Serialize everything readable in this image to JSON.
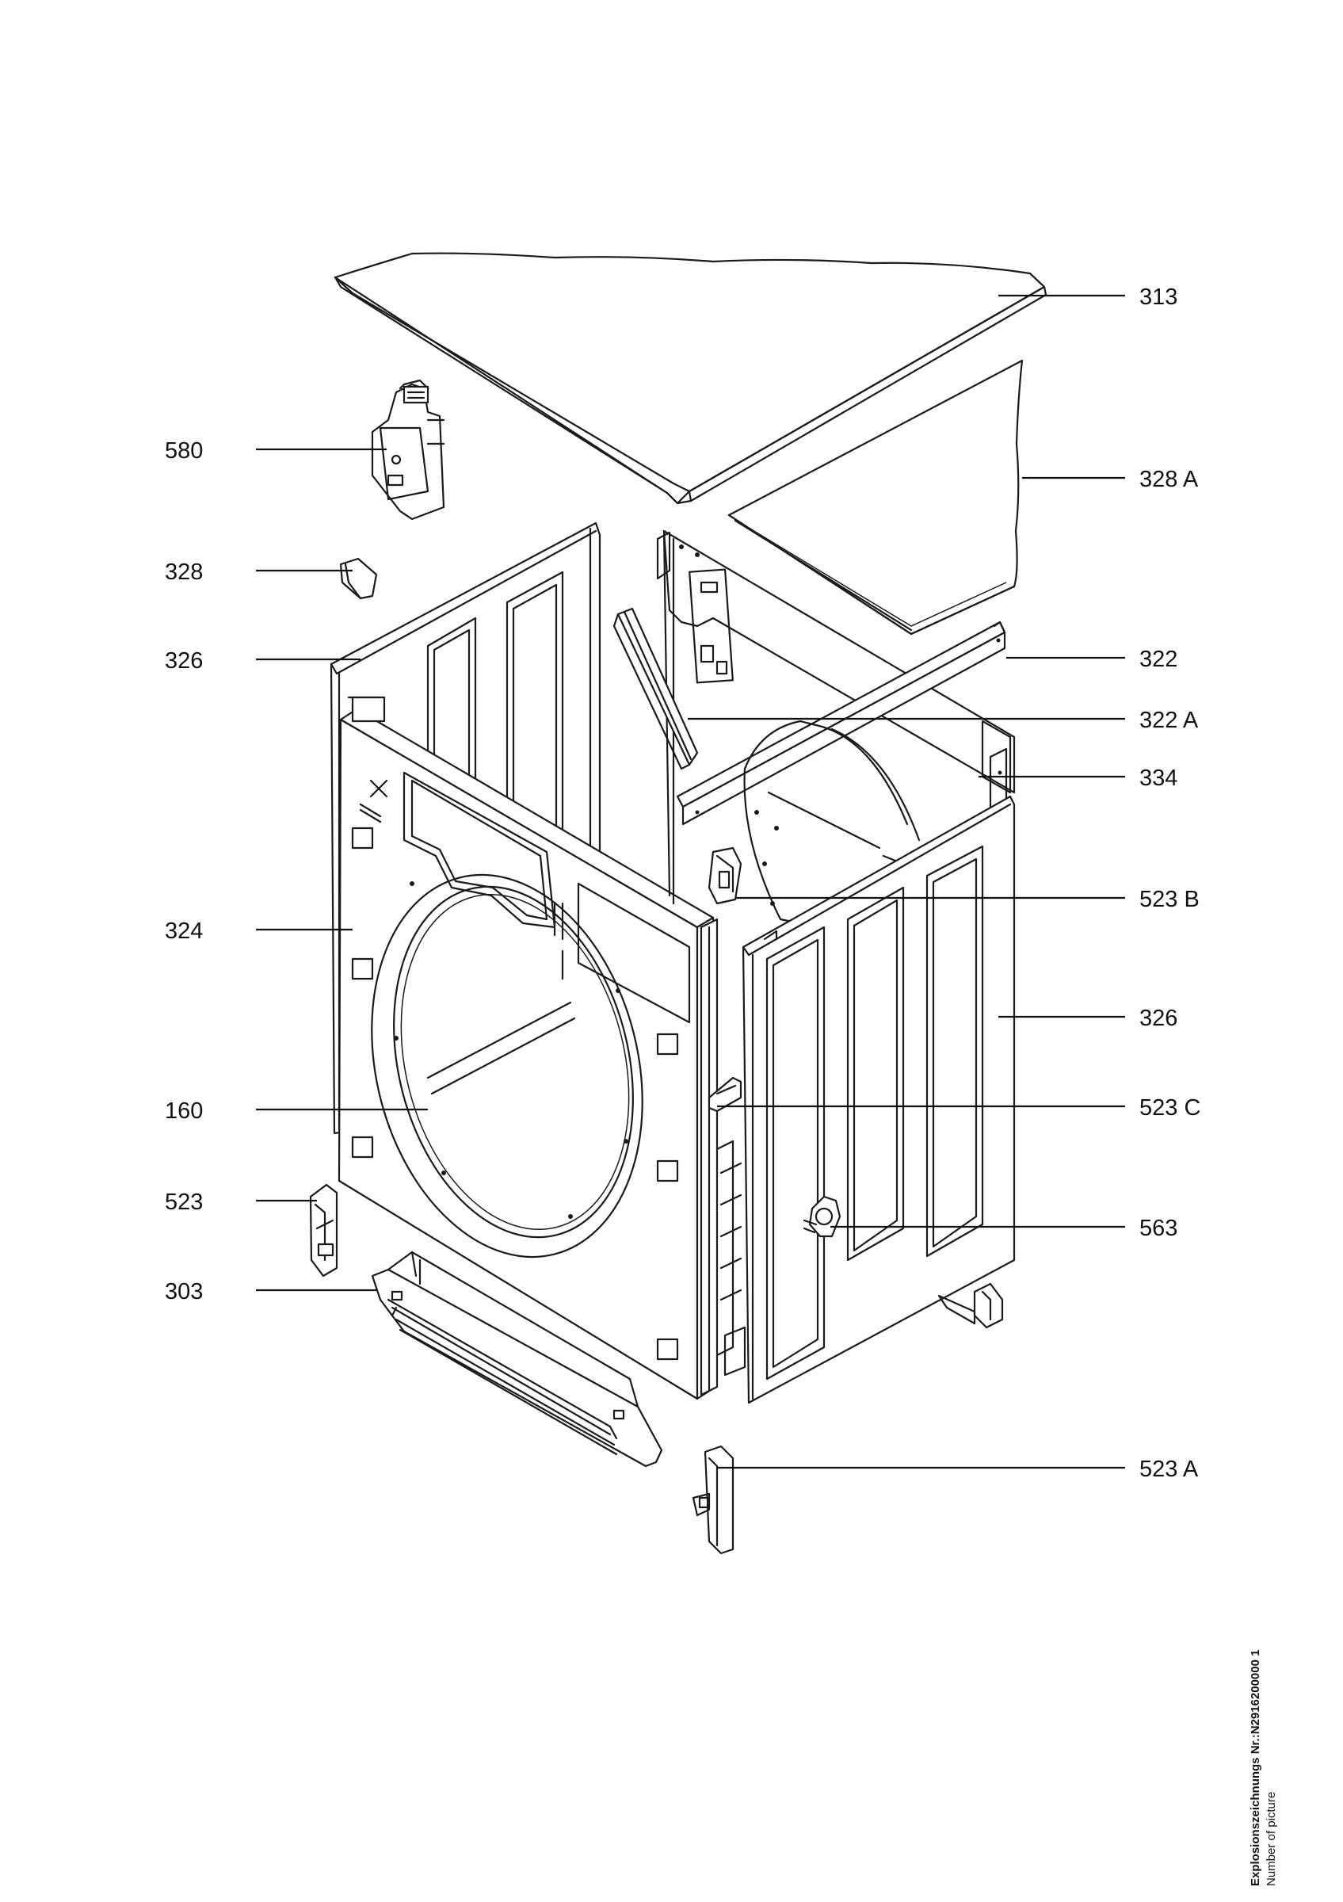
{
  "labels": {
    "l313": "313",
    "l328a": "328 A",
    "l580": "580",
    "l328": "328",
    "l326_left": "326",
    "l322": "322",
    "l322a": "322 A",
    "l334": "334",
    "l523b": "523 B",
    "l324": "324",
    "l326_right": "326",
    "l160": "160",
    "l523c": "523 C",
    "l523": "523",
    "l563": "563",
    "l303": "303",
    "l523a": "523 A"
  },
  "footer": {
    "drawing_number": "Explosionszeichnungs Nr.:N2916200000 1",
    "caption": "Number of picture"
  }
}
